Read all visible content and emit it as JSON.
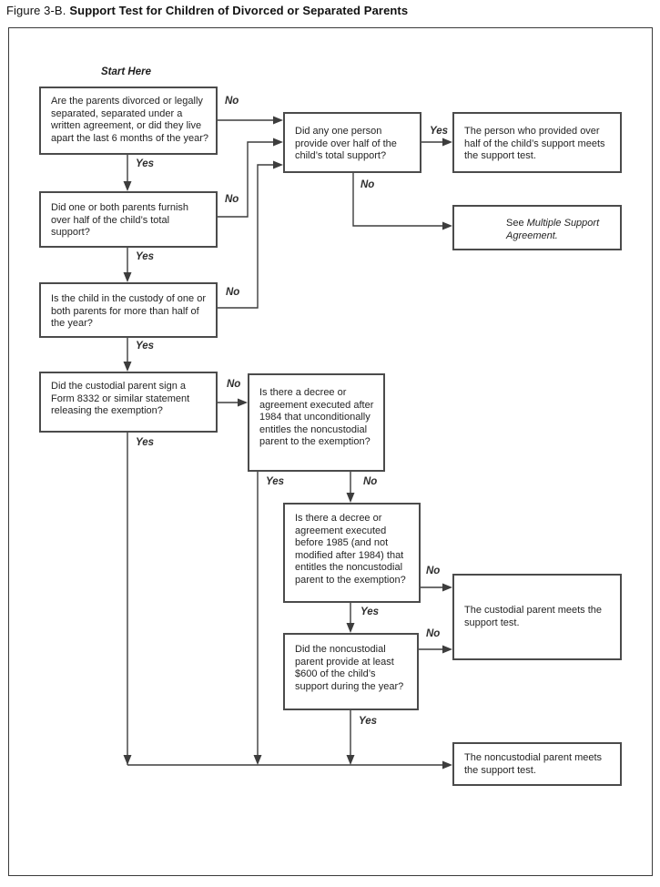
{
  "title": {
    "prefix": "Figure 3-B.",
    "main": "Support Test for Children of Divorced or Separated Parents"
  },
  "start_label": "Start Here",
  "labels": {
    "yes": "Yes",
    "no": "No"
  },
  "nodes": {
    "q_divorced": "Are the parents divorced or legally separated, separated under a written agreement, or did they live apart the last 6 months of the year?",
    "q_parents_furnish": "Did one or both parents furnish over half of the child’s total support?",
    "q_custody": "Is the child in the custody of one or both parents for more than half of the year?",
    "q_form8332": "Did the custodial parent sign a Form 8332 or similar statement releasing the exemption?",
    "q_one_person": "Did any one person provide over half of the child’s total support?",
    "r_person_provided": "The person who provided over half of the child’s support meets the support test.",
    "r_multiple_see": "See ",
    "r_multiple_italic": "Multiple Support Agreement.",
    "q_decree_after_1984": "Is there a decree or agreement executed after 1984 that unconditionally entitles the noncustodial parent to the exemption?",
    "q_decree_before_1985": "Is there a decree or agreement executed before 1985 (and not modified after 1984) that entitles the noncustodial parent to the exemption?",
    "q_600_support": "Did the noncustodial parent provide at least $600 of the child’s support during the year?",
    "r_custodial": "The custodial parent meets the support test.",
    "r_noncustodial": "The noncustodial parent meets the support test."
  },
  "edges": [
    {
      "from": "q_divorced",
      "to": "q_one_person",
      "label": "No"
    },
    {
      "from": "q_divorced",
      "to": "q_parents_furnish",
      "label": "Yes"
    },
    {
      "from": "q_parents_furnish",
      "to": "q_one_person",
      "label": "No"
    },
    {
      "from": "q_parents_furnish",
      "to": "q_custody",
      "label": "Yes"
    },
    {
      "from": "q_custody",
      "to": "q_one_person",
      "label": "No"
    },
    {
      "from": "q_custody",
      "to": "q_form8332",
      "label": "Yes"
    },
    {
      "from": "q_one_person",
      "to": "r_person_provided",
      "label": "Yes"
    },
    {
      "from": "q_one_person",
      "to": "r_multiple_support_agreement",
      "label": "No"
    },
    {
      "from": "q_form8332",
      "to": "q_decree_after_1984",
      "label": "No"
    },
    {
      "from": "q_form8332",
      "to": "r_noncustodial",
      "label": "Yes"
    },
    {
      "from": "q_decree_after_1984",
      "to": "r_noncustodial",
      "label": "Yes"
    },
    {
      "from": "q_decree_after_1984",
      "to": "q_decree_before_1985",
      "label": "No"
    },
    {
      "from": "q_decree_before_1985",
      "to": "r_custodial",
      "label": "No"
    },
    {
      "from": "q_decree_before_1985",
      "to": "q_600_support",
      "label": "Yes"
    },
    {
      "from": "q_600_support",
      "to": "r_custodial",
      "label": "No"
    },
    {
      "from": "q_600_support",
      "to": "r_noncustodial",
      "label": "Yes"
    }
  ],
  "colors": {
    "line": "#3d3d3d",
    "box_border": "#4b4b4b",
    "text": "#242424",
    "background": "#ffffff"
  }
}
